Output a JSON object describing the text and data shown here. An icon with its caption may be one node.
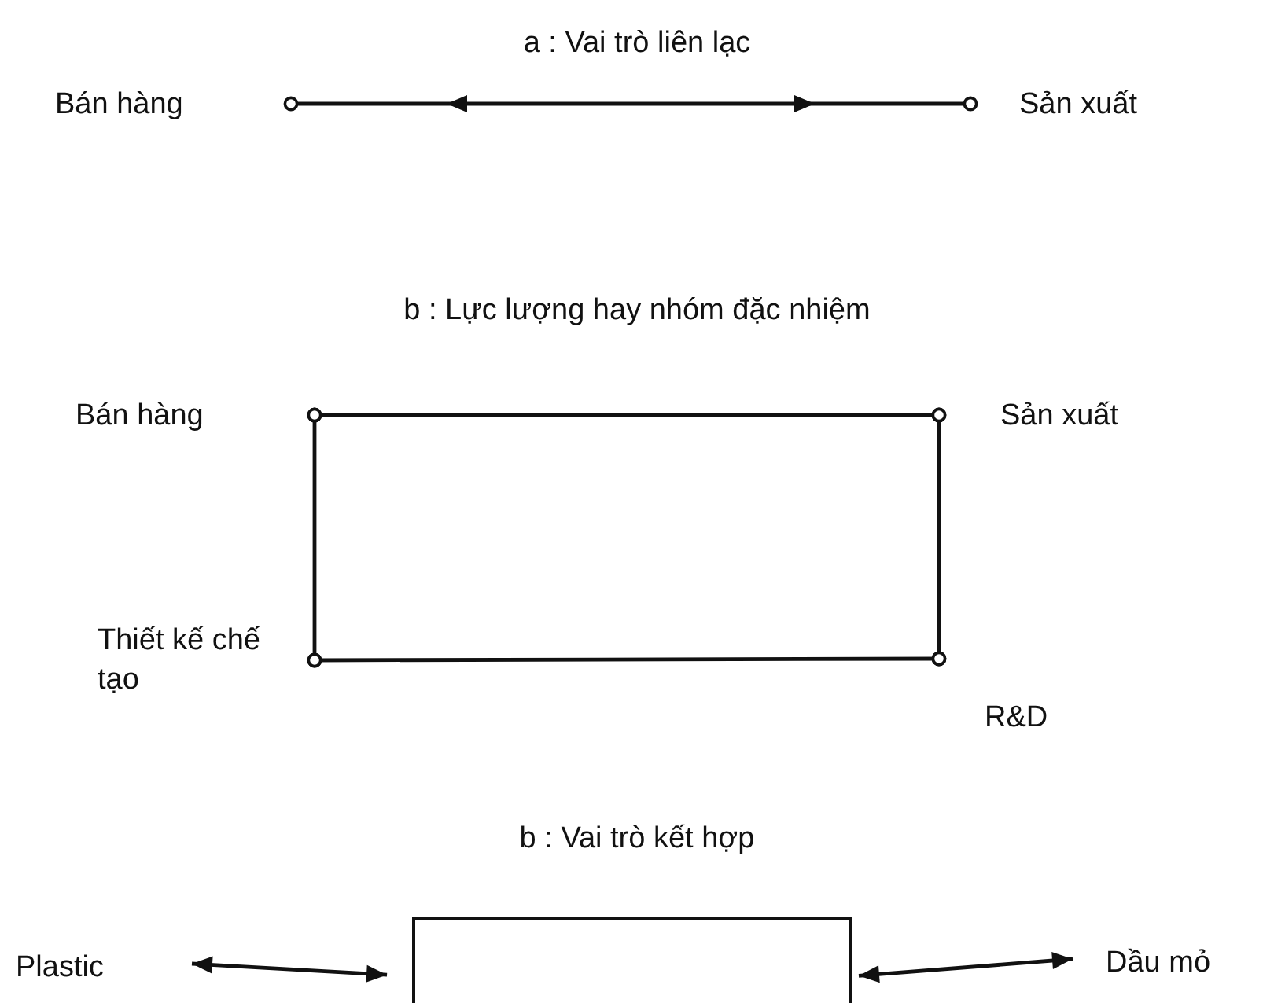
{
  "diagram": {
    "nodes": [
      {
        "text": [
          "Bán hàng"
        ]
      },
      {
        "text": [
          "Sản xuất"
        ]
      },
      {
        "text": [
          "Bán hàng"
        ]
      },
      {
        "text": [
          "Sản xuất"
        ]
      },
      {
        "text": [
          "Thiết kế chế tạo"
        ]
      },
      {
        "text": [
          "R&D"
        ]
      },
      {
        "text": [
          "Plastic"
        ]
      },
      {
        "text": [],
        "shape": "box"
      },
      {
        "text": [
          "Dầu mỏ"
        ]
      }
    ],
    "edges": [
      {
        "from": 0,
        "to": 1,
        "arrow": "both"
      },
      {
        "from": 2,
        "to": 3,
        "arrow": "other"
      },
      {
        "from": 3,
        "to": 5,
        "arrow": "other"
      },
      {
        "from": 5,
        "to": 4,
        "arrow": "other"
      },
      {
        "from": 4,
        "to": 2,
        "arrow": "other"
      },
      {
        "from": 6,
        "to": 7,
        "arrow": "both"
      },
      {
        "from": 7,
        "to": 8,
        "arrow": "both"
      }
    ],
    "labels": [
      "a : Vai trò liên lạc",
      "b : Lực lượng hay nhóm đặc nhiệm",
      "b : Vai trò kết hợp"
    ]
  }
}
